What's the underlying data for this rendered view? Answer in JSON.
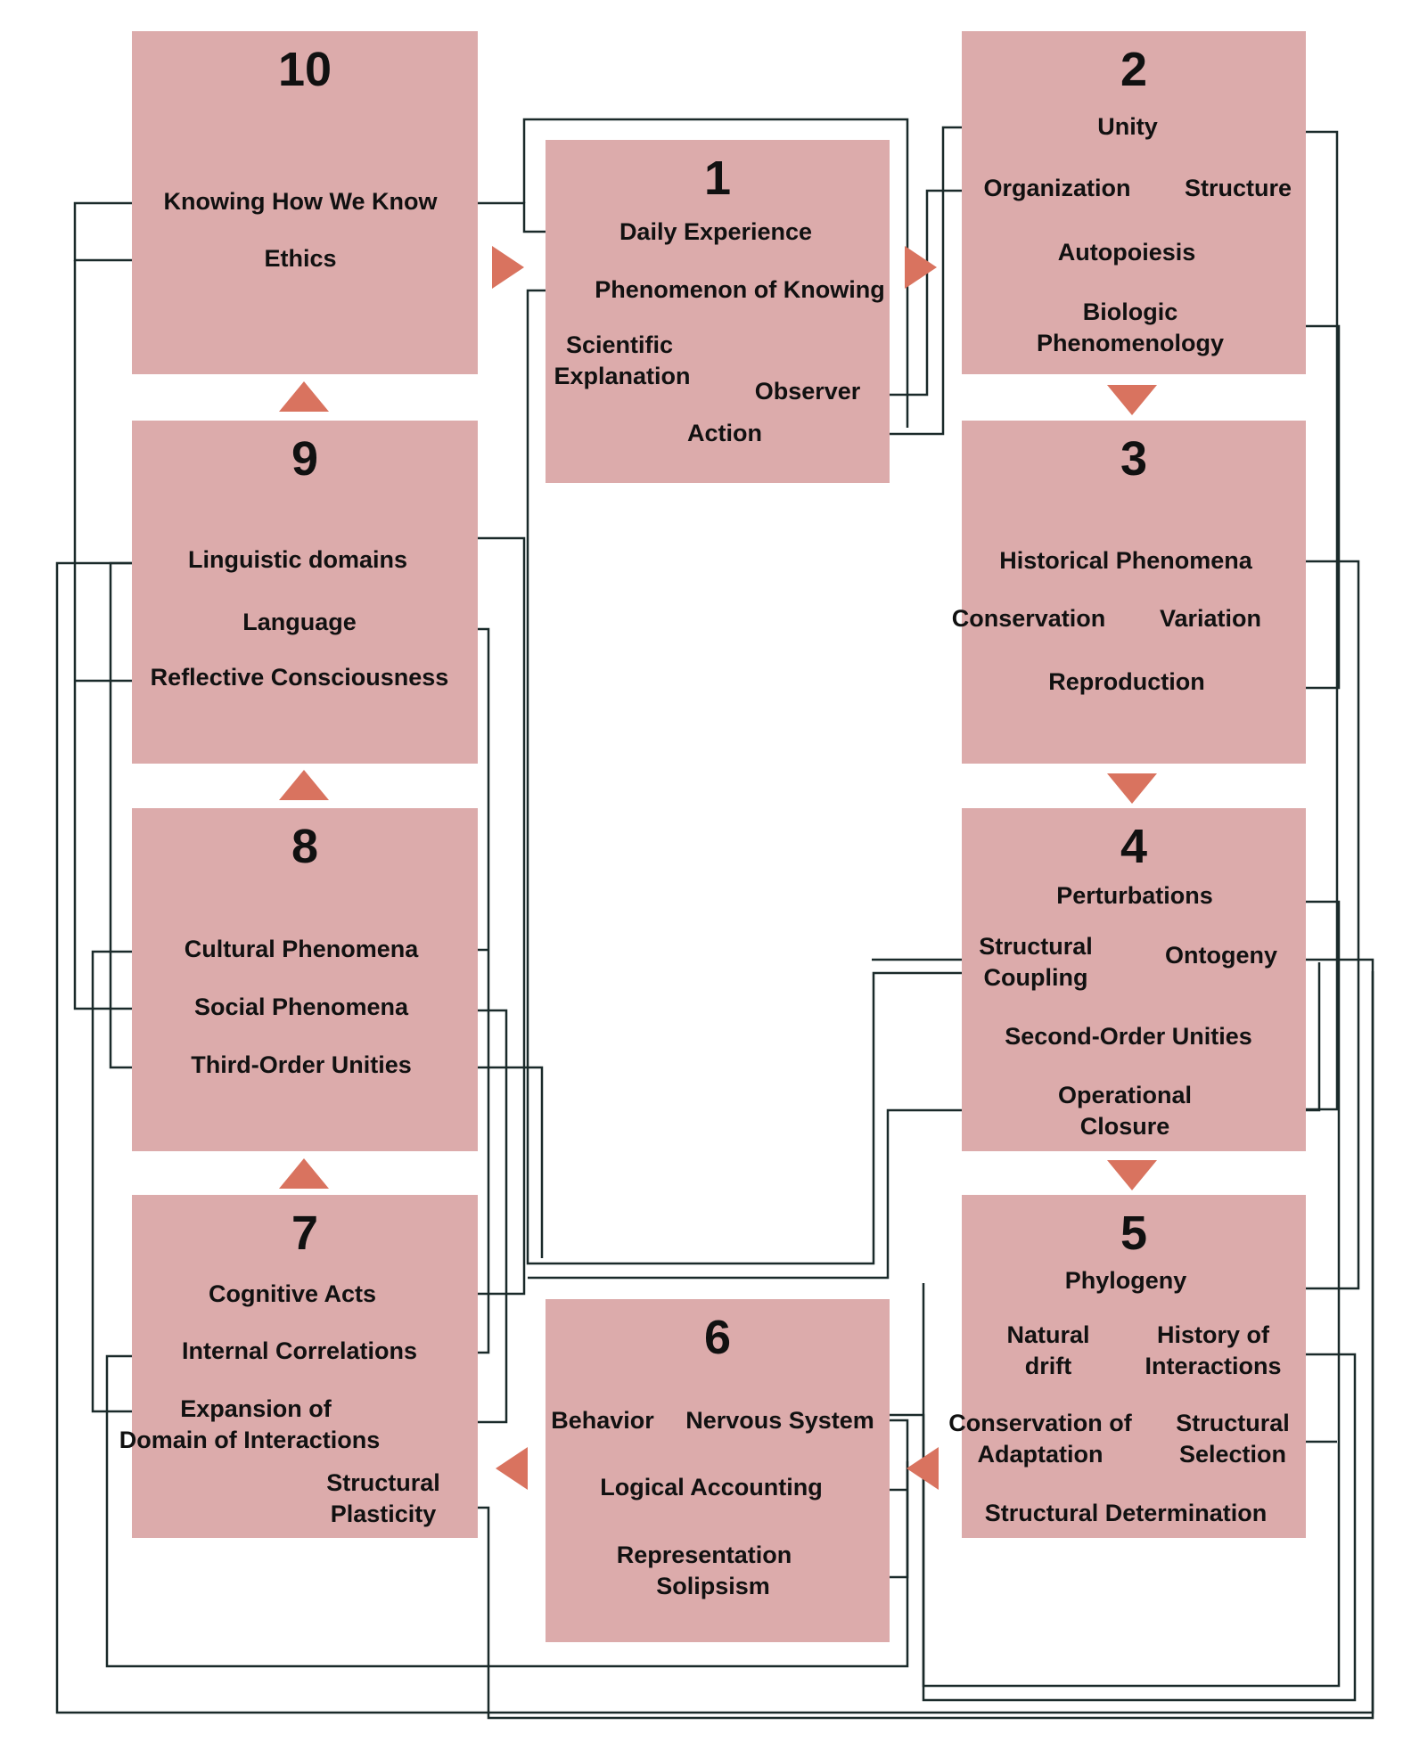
{
  "diagram": {
    "boxes": [
      {
        "id": "1",
        "number": "1",
        "labels": [
          "Daily Experience",
          "Phenomenon of Knowing",
          "Scientific",
          "Explanation",
          "Observer",
          "Action"
        ]
      },
      {
        "id": "2",
        "number": "2",
        "labels": [
          "Unity",
          "Organization",
          "Structure",
          "Autopoiesis",
          "Biologic",
          "Phenomenology"
        ]
      },
      {
        "id": "3",
        "number": "3",
        "labels": [
          "Historical Phenomena",
          "Conservation",
          "Variation",
          "Reproduction"
        ]
      },
      {
        "id": "4",
        "number": "4",
        "labels": [
          "Perturbations",
          "Structural",
          "Coupling",
          "Ontogeny",
          "Second-Order Unities",
          "Operational",
          "Closure"
        ]
      },
      {
        "id": "5",
        "number": "5",
        "labels": [
          "Phylogeny",
          "Natural",
          "drift",
          "History of",
          "Interactions",
          "Conservation of",
          "Adaptation",
          "Structural",
          "Selection",
          "Structural Determination"
        ]
      },
      {
        "id": "6",
        "number": "6",
        "labels": [
          "Behavior",
          "Nervous System",
          "Logical Accounting",
          "Representation",
          "Solipsism"
        ]
      },
      {
        "id": "7",
        "number": "7",
        "labels": [
          "Cognitive Acts",
          "Internal Correlations",
          "Expansion of",
          "Domain of Interactions",
          "Structural",
          "Plasticity"
        ]
      },
      {
        "id": "8",
        "number": "8",
        "labels": [
          "Cultural Phenomena",
          "Social Phenomena",
          "Third-Order Unities"
        ]
      },
      {
        "id": "9",
        "number": "9",
        "labels": [
          "Linguistic domains",
          "Language",
          "Reflective Consciousness"
        ]
      },
      {
        "id": "10",
        "number": "10",
        "labels": [
          "Knowing How We Know",
          "Ethics"
        ]
      }
    ]
  },
  "colors": {
    "box_fill": "#dcabab",
    "arrow": "#d9735f",
    "line": "#1a2a2a"
  }
}
